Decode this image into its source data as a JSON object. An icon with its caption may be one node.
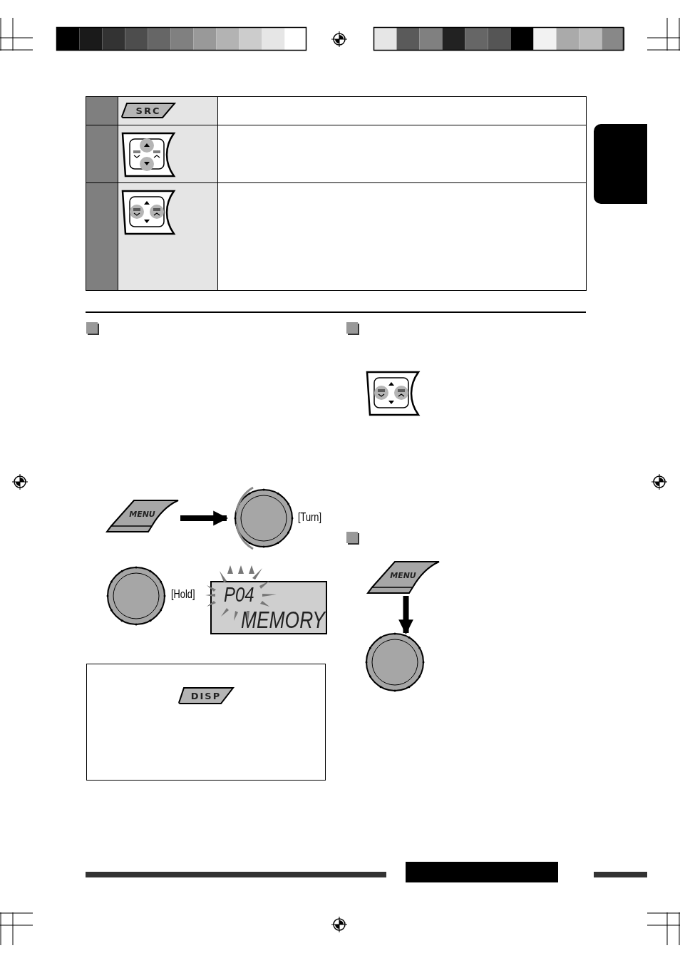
{
  "diagram": {
    "nodes": [
      {
        "text": [
          "SRC"
        ]
      },
      {
        "text": [
          "MENU"
        ]
      },
      {
        "text": [],
        "shape": "circle",
        "beside": [
          "[Turn]"
        ]
      },
      {
        "text": [],
        "shape": "circle",
        "beside": [
          "[Hold]"
        ]
      },
      {
        "text": [
          "P04",
          "MEMORY"
        ]
      },
      {
        "text": [
          "DISP"
        ]
      },
      {
        "text": [
          "MENU"
        ]
      },
      {
        "text": [],
        "shape": "circle"
      }
    ],
    "edges": [
      {
        "from": 1,
        "to": 2,
        "arrow": "to"
      },
      {
        "from": 6,
        "to": 7,
        "arrow": "to"
      }
    ]
  }
}
